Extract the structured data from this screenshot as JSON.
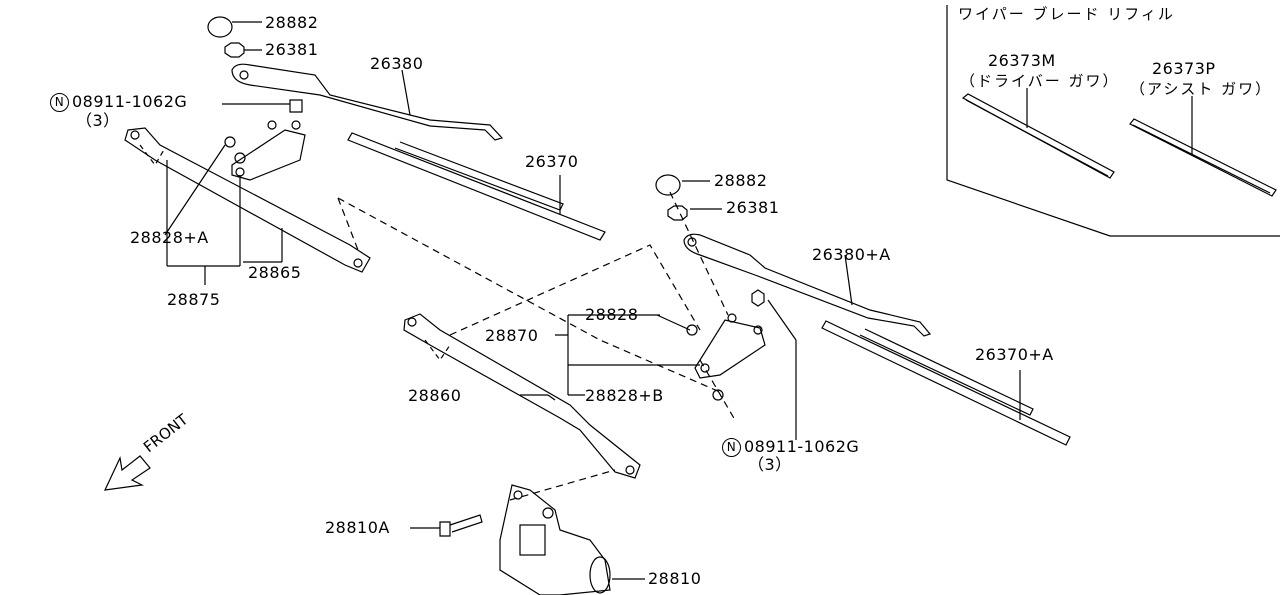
{
  "refill_box": {
    "title": "ワイパー ブレード リフィル",
    "driver": {
      "part": "26373M",
      "side": "（ドライバー ガワ）"
    },
    "assist": {
      "part": "26373P",
      "side": "（アシスト ガワ）"
    }
  },
  "labels": {
    "cap_left": "28882",
    "nut_left": "26381",
    "arm_left": "26380",
    "nut_spec_left": "08911-1062G",
    "nut_spec_left_qty": "（3）",
    "n_symbol": "N",
    "blade_left": "26370",
    "cap_right": "28882",
    "nut_right": "26381",
    "arm_right": "26380+A",
    "pivot_left": "28828+A",
    "link_left": "28865",
    "link_assy_left": "28875",
    "pivot_right_top": "28828",
    "link_assy": "28870",
    "blade_right": "26370+A",
    "link_main": "28860",
    "pivot_right_bottom": "28828+B",
    "nut_spec_right": "08911-1062G",
    "nut_spec_right_qty": "（3）",
    "front": "FRONT",
    "bolt": "28810A",
    "motor": "28810"
  }
}
